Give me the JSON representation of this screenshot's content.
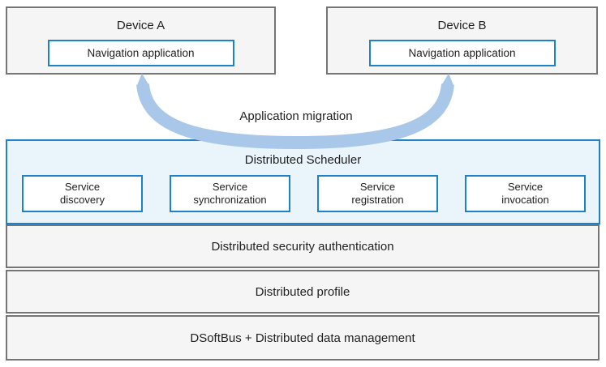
{
  "devices": [
    {
      "title": "Device A",
      "app": "Navigation application"
    },
    {
      "title": "Device B",
      "app": "Navigation application"
    }
  ],
  "migration": {
    "label": "Application migration"
  },
  "scheduler": {
    "title": "Distributed Scheduler",
    "services": [
      {
        "lines": [
          "Service",
          "discovery"
        ]
      },
      {
        "lines": [
          "Service",
          "synchronization"
        ]
      },
      {
        "lines": [
          "Service",
          "registration"
        ]
      },
      {
        "lines": [
          "Service",
          "invocation"
        ]
      }
    ]
  },
  "layers": [
    {
      "label": "Distributed security authentication"
    },
    {
      "label": "Distributed profile"
    },
    {
      "label": "DSoftBus + Distributed data management"
    }
  ],
  "colors": {
    "device_border": "#757575",
    "device_bg": "#f5f5f5",
    "accent_blue": "#1e82c8",
    "scheduler_bg": "#e9f4fb",
    "arrow": "#a9c8e9",
    "text": "#1f1f1f"
  }
}
